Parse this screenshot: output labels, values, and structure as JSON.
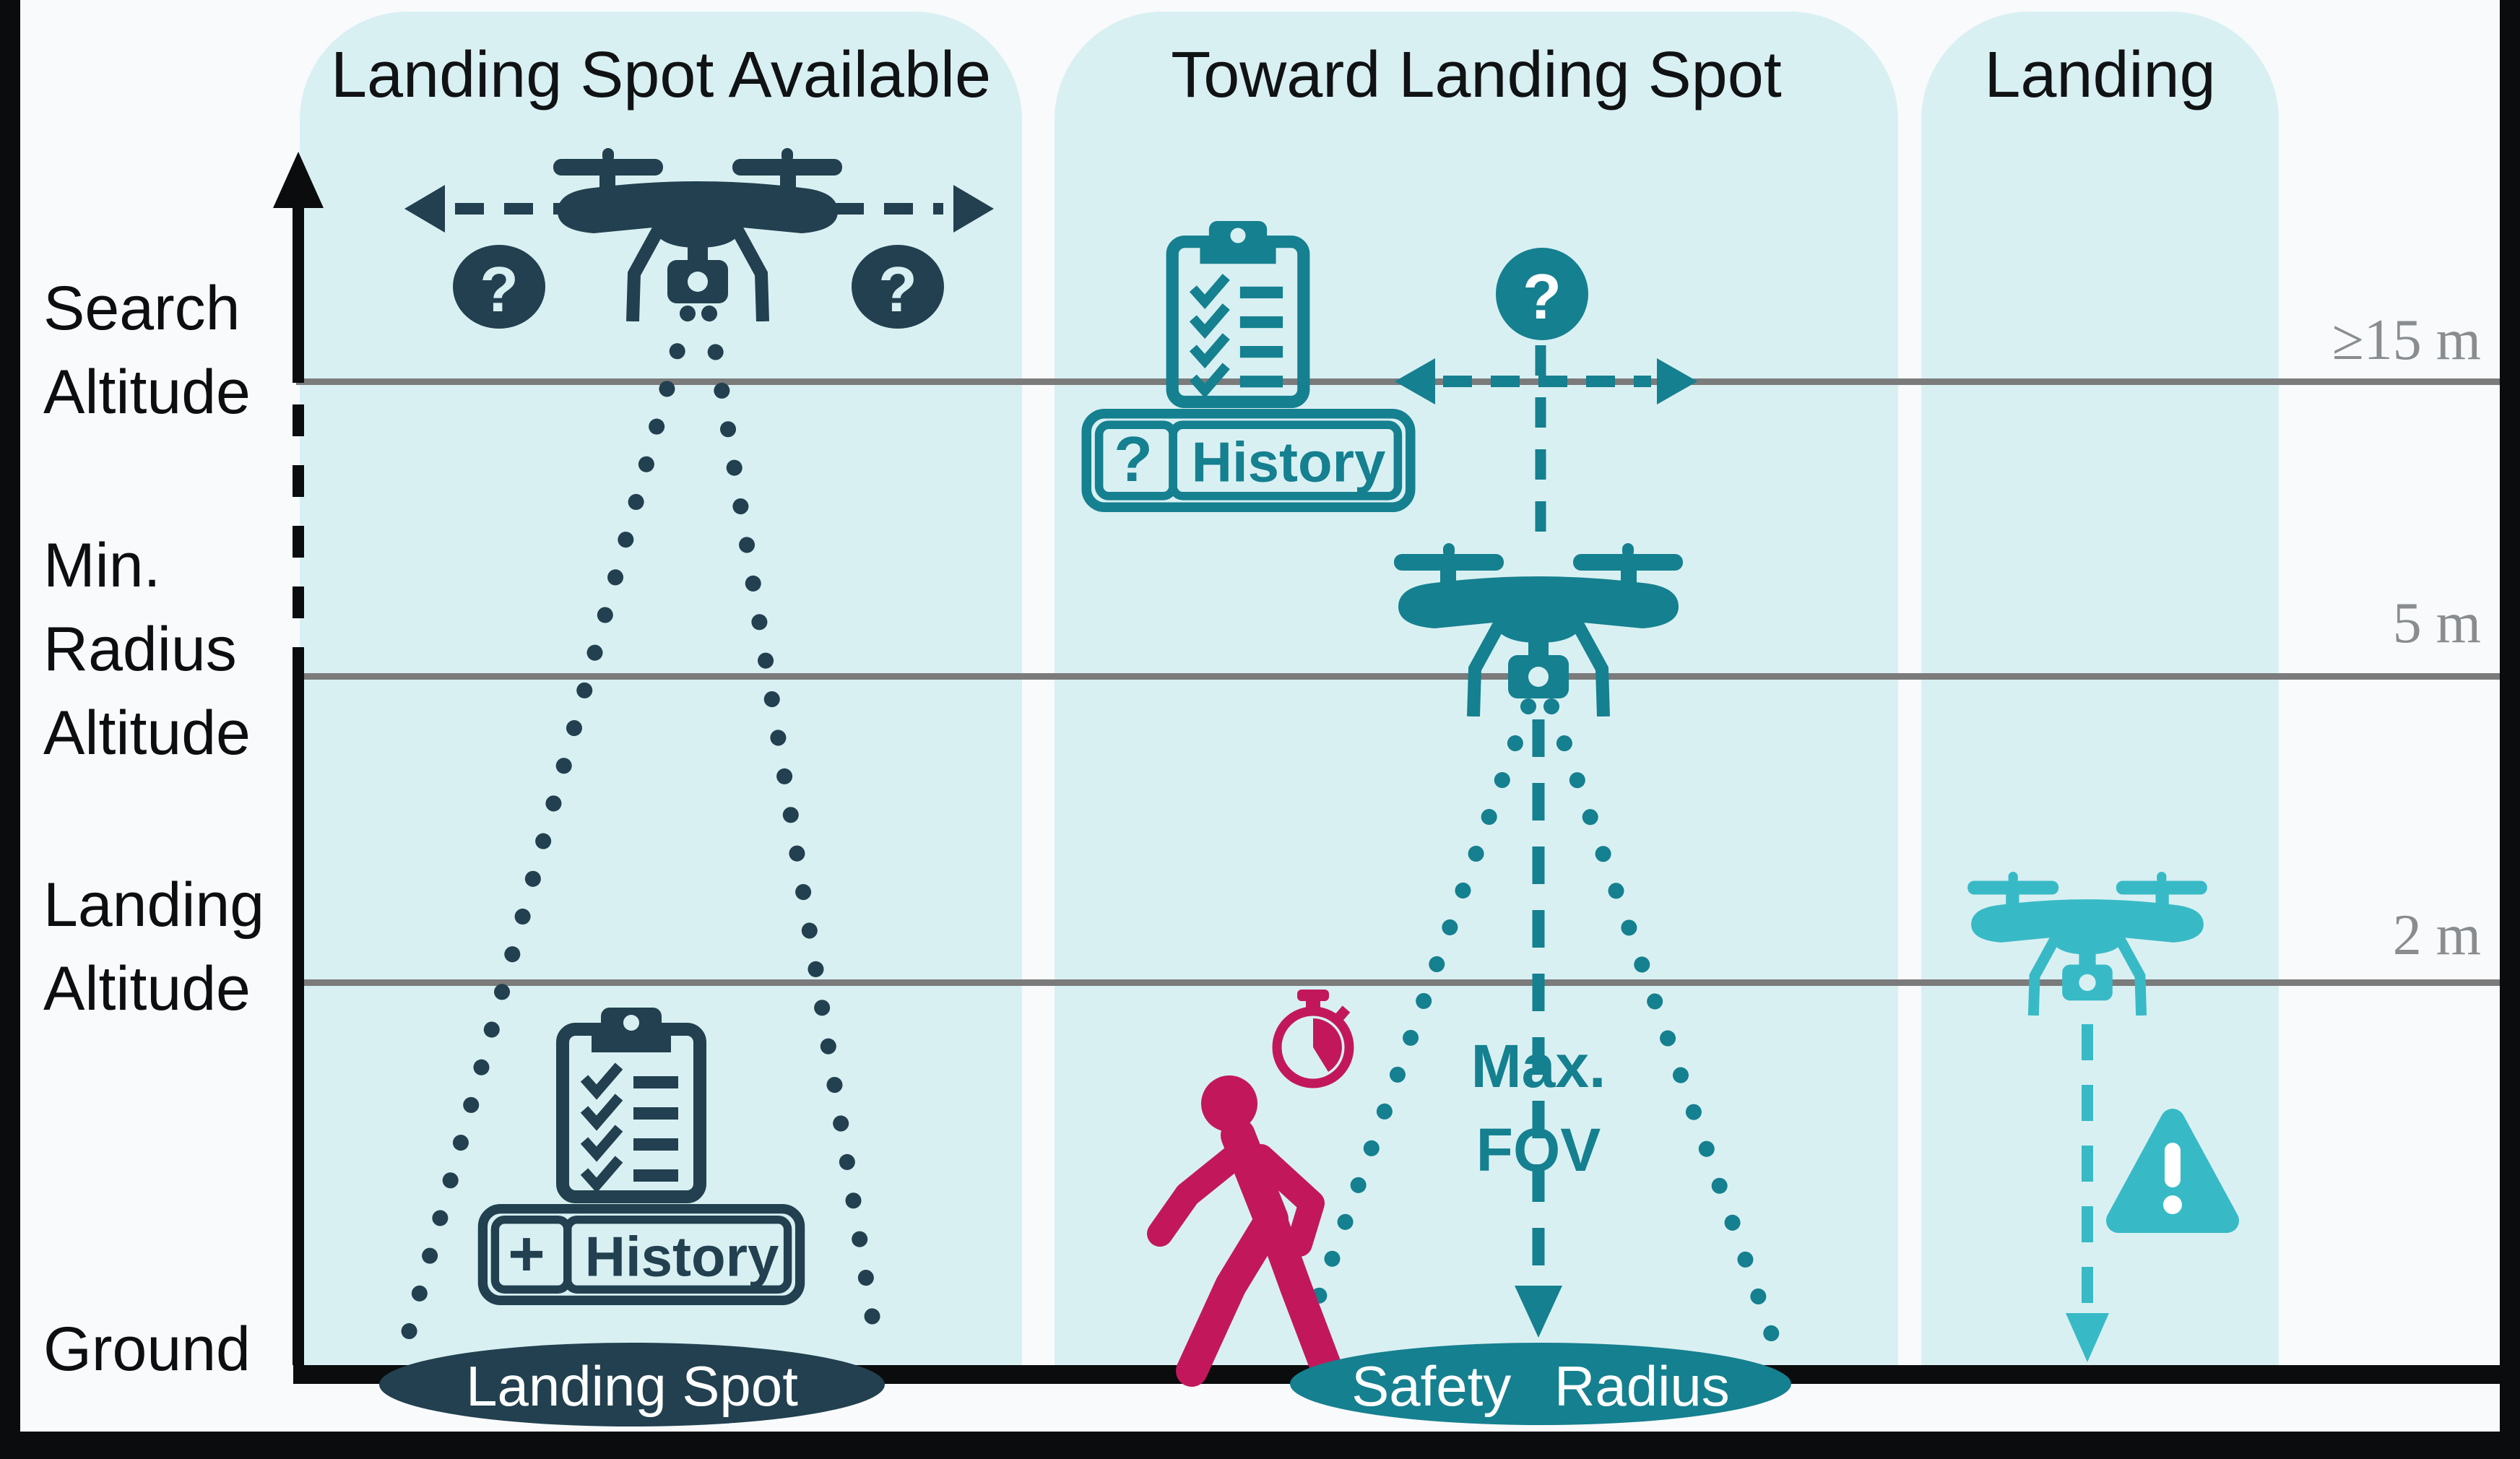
{
  "diagram": {
    "phases": [
      {
        "title": "Landing Spot Available"
      },
      {
        "title": "Toward Landing Spot"
      },
      {
        "title": "Landing"
      }
    ],
    "axis": {
      "search_altitude": [
        "Search",
        "Altitude"
      ],
      "min_radius_altitude": [
        "Min.",
        "Radius",
        "Altitude"
      ],
      "landing_altitude": [
        "Landing",
        "Altitude"
      ],
      "ground": "Ground"
    },
    "distance_markers": {
      "search": "≥15 m",
      "min_radius": "5 m",
      "landing": "2 m"
    },
    "phase1": {
      "question_left": "?",
      "question_right": "?",
      "history": {
        "symbol": "+",
        "label": "History"
      },
      "spot_label": "Landing Spot"
    },
    "phase2": {
      "question": "?",
      "history": {
        "symbol": "?",
        "label": "History"
      },
      "fov": {
        "line1": "Max.",
        "line2": "FOV"
      },
      "radius_label": "Safety Radius"
    }
  },
  "icons": {
    "drone": "quadcopter-drone-icon",
    "clipboard": "checklist-clipboard-icon",
    "stopwatch": "stopwatch-icon",
    "person": "walking-person-icon",
    "warning": "warning-triangle-icon",
    "question": "question-mark-icon",
    "axis_arrow": "altitude-axis-arrow-icon"
  },
  "colors": {
    "page_background": "#f8fafc",
    "column_background": "#d9f0f3",
    "navy": "#22404f",
    "teal": "#15808f",
    "turquoise": "#38bac6",
    "crimson": "#c2185b",
    "gridline_gray": "#7b7b7b",
    "marker_gray": "#898d8f",
    "black": "#0b0c0e"
  }
}
